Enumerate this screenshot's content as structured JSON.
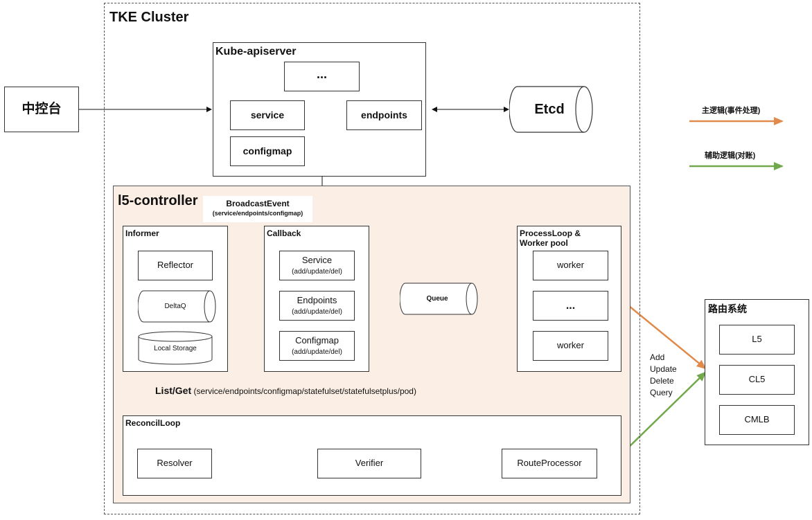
{
  "cluster": {
    "title": "TKE Cluster"
  },
  "console": {
    "label": "中控台"
  },
  "apiserver": {
    "title": "Kube-apiserver",
    "ellipsis": "...",
    "service": "service",
    "endpoints": "endpoints",
    "configmap": "configmap"
  },
  "etcd": {
    "label": "Etcd"
  },
  "legend": {
    "main": {
      "label": "主逻辑(事件处理)",
      "color": "#e08a4c"
    },
    "aux": {
      "label": "辅助逻辑(对账)",
      "color": "#70a84a"
    }
  },
  "controller": {
    "title": "l5-controller",
    "broadcast_title": "BroadcastEvent",
    "broadcast_sub": "(service/endpoints/configmap)"
  },
  "informer": {
    "title": "Informer",
    "reflector": "Reflector",
    "deltaq": "DeltaQ",
    "local_storage": "Local Storage"
  },
  "callback": {
    "title": "Callback",
    "items": [
      {
        "name": "Service",
        "sub": "(add/update/del)"
      },
      {
        "name": "Endpoints",
        "sub": "(add/update/del)"
      },
      {
        "name": "Configmap",
        "sub": "(add/update/del)"
      }
    ]
  },
  "queue": {
    "label": "Queue"
  },
  "processloop": {
    "title_line1": "ProcessLoop &",
    "title_line2": "Worker pool",
    "worker_top": "worker",
    "ellipsis": "...",
    "worker_bottom": "worker"
  },
  "listget": {
    "label": "List/Get",
    "detail": "(service/endpoints/configmap/statefulset/statefulsetplus/pod)"
  },
  "reconcil": {
    "title": "ReconcilLoop",
    "resolver": "Resolver",
    "verifier": "Verifier",
    "routeprocessor": "RouteProcessor"
  },
  "ops": [
    "Add",
    "Update",
    "Delete",
    "Query"
  ],
  "routing": {
    "title": "路由系统",
    "items": [
      "L5",
      "CL5",
      "CMLB"
    ]
  }
}
